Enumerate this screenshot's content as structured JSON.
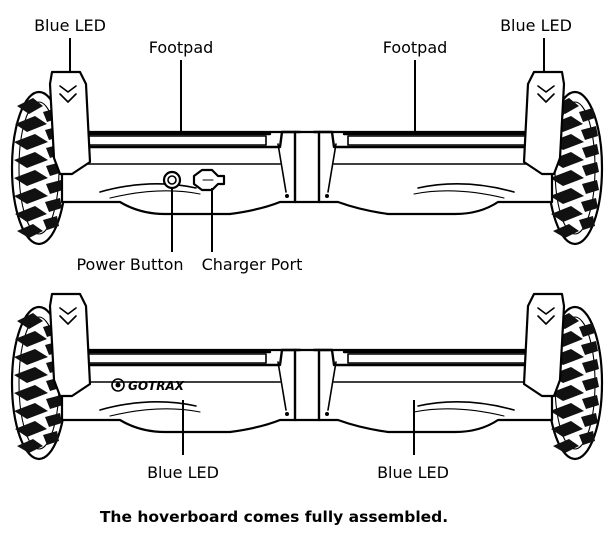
{
  "labels": {
    "top_blue_led_left": "Blue LED",
    "top_blue_led_right": "Blue LED",
    "top_footpad_left": "Footpad",
    "top_footpad_right": "Footpad",
    "power_button": "Power Button",
    "charger_port": "Charger Port",
    "bottom_blue_led_left": "Blue LED",
    "bottom_blue_led_right": "Blue LED"
  },
  "brand_logo": "GOTRAX",
  "caption": "The hoverboard comes fully assembled."
}
